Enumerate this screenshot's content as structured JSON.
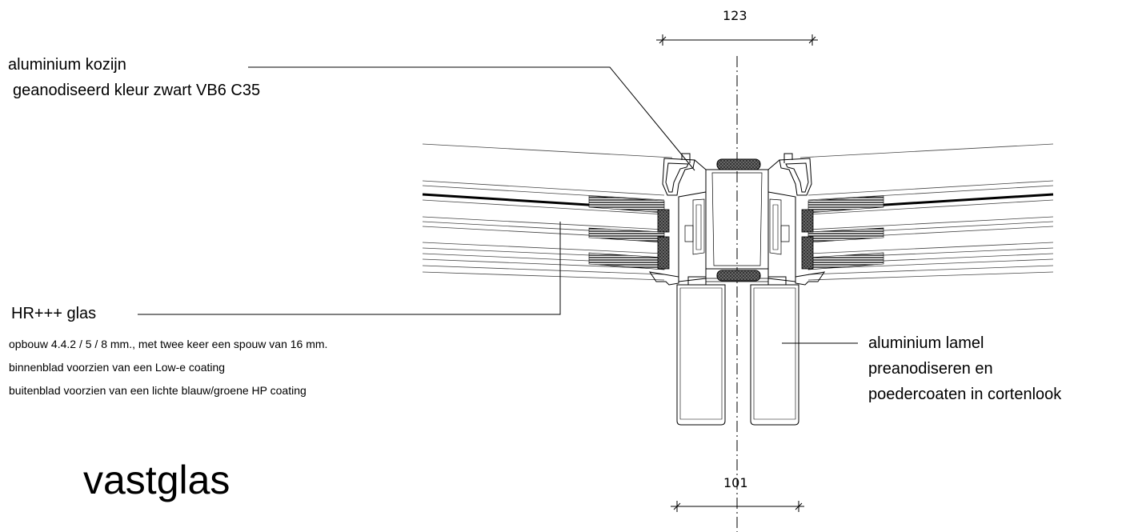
{
  "dimensions": {
    "top": "123",
    "bottom": "101"
  },
  "labels": {
    "frame_line1": "aluminium kozijn",
    "frame_line2": "geanodiseerd kleur  zwart VB6 C35",
    "glass_title": "HR+++ glas",
    "glass_spec1": "opbouw 4.4.2 / 5 / 8 mm., met twee keer een spouw van 16 mm.",
    "glass_spec2": "binnenblad voorzien van een Low-e coating",
    "glass_spec3": "buitenblad voorzien van een lichte blauw/groene HP coating",
    "lamel_line1": "aluminium lamel",
    "lamel_line2": "preanodiseren en",
    "lamel_line3": "poedercoaten in cortenlook"
  },
  "title": "vastglas"
}
